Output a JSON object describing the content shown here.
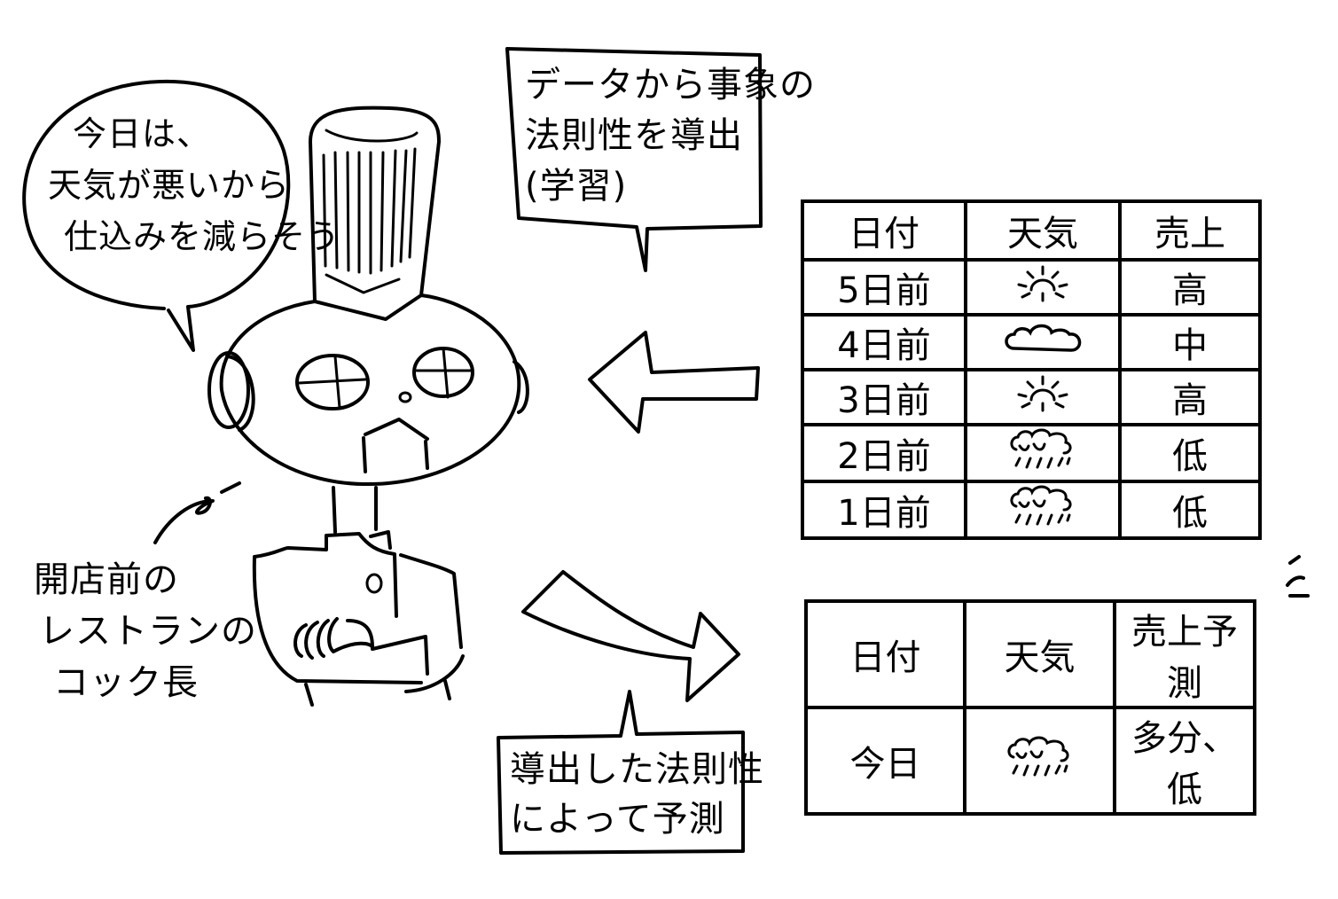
{
  "speech_bubble": {
    "lines": [
      "今日は、",
      "天気が悪いから",
      "仕込みを減らそう"
    ]
  },
  "learning_box": {
    "lines": [
      "データから事象の",
      "法則性を導出",
      "(学習)"
    ]
  },
  "character_label": {
    "lines": [
      "開店前の",
      "レストランの",
      "コック長"
    ]
  },
  "prediction_box": {
    "lines": [
      "導出した法則性",
      "によって予測"
    ]
  },
  "history_table": {
    "headers": [
      "日付",
      "天気",
      "売上"
    ],
    "rows": [
      {
        "date": "5日前",
        "weather": "sunny-icon",
        "sales": "高"
      },
      {
        "date": "4日前",
        "weather": "cloudy-icon",
        "sales": "中"
      },
      {
        "date": "3日前",
        "weather": "sunny-icon",
        "sales": "高"
      },
      {
        "date": "2日前",
        "weather": "rainy-icon",
        "sales": "低"
      },
      {
        "date": "1日前",
        "weather": "rainy-icon",
        "sales": "低"
      }
    ]
  },
  "forecast_table": {
    "headers": [
      "日付",
      "天気",
      "売上予測"
    ],
    "rows": [
      {
        "date": "今日",
        "weather": "rainy-icon",
        "sales": "多分、低"
      }
    ]
  },
  "arrows": {
    "learn_arrow": "left-arrow-icon",
    "predict_arrow": "right-arrow-icon"
  }
}
